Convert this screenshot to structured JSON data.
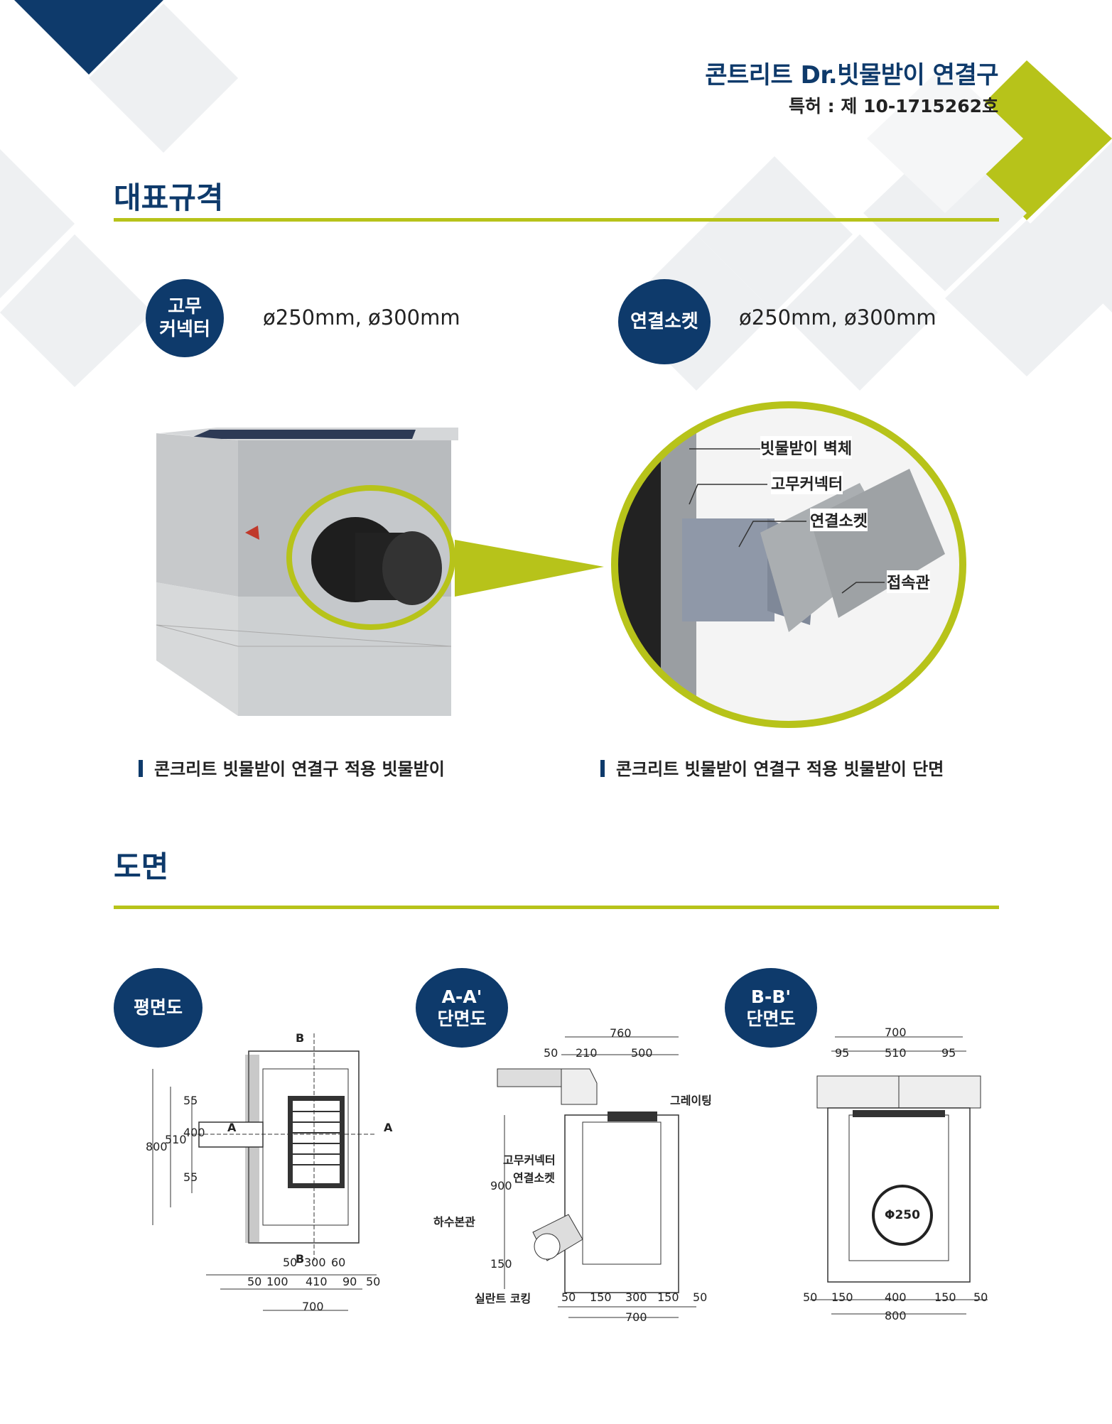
{
  "header": {
    "title": "콘트리트 Dr.빗물받이 연결구",
    "patent": "특허 : 제 10-1715262호"
  },
  "colors": {
    "navy": "#0e3a6b",
    "lime": "#b7c31a",
    "pale": "#eef0f2"
  },
  "sections": {
    "spec_title": "대표규격",
    "drawing_title": "도면"
  },
  "specs": [
    {
      "badge": "고무\n커넥터",
      "value": "ø250mm, ø300mm"
    },
    {
      "badge": "연결소켓",
      "value": "ø250mm, ø300mm"
    }
  ],
  "photos": {
    "left_caption": "콘크리트 빗물받이 연결구 적용 빗물받이",
    "right_caption": "콘크리트 빗물받이 연결구 적용 빗물받이 단면",
    "callouts": [
      "빗물받이 벽체",
      "고무커넥터",
      "연결소켓",
      "접속관"
    ]
  },
  "drawings": {
    "plan": {
      "badge": "평면도",
      "labels": {
        "b_top": "B",
        "b_bottom": "B",
        "a_left": "A",
        "a_right": "A"
      },
      "dims_left": [
        "800",
        "510",
        "400",
        "55",
        "55"
      ],
      "dims_bottom_row1": [
        "50",
        "300",
        "60"
      ],
      "dims_bottom_row2": [
        "50",
        "100",
        "410",
        "90",
        "50"
      ],
      "dims_bottom_total": "700"
    },
    "section_aa": {
      "badge": "A-A'\n단면도",
      "dims_top": [
        "760",
        "50",
        "210",
        "500"
      ],
      "labels": [
        "그레이팅",
        "고무커넥터",
        "연결소켓",
        "하수본관",
        "실란트 코킹"
      ],
      "dims_left": [
        "900",
        "150"
      ],
      "dims_bottom": [
        "50",
        "150",
        "300",
        "150",
        "50"
      ],
      "dims_bottom_total": "700"
    },
    "section_bb": {
      "badge": "B-B'\n단면도",
      "dims_top": [
        "700",
        "95",
        "510",
        "95"
      ],
      "pipe_label": "Φ250",
      "dims_bottom": [
        "50",
        "150",
        "400",
        "150",
        "50"
      ],
      "dims_bottom_total": "800"
    }
  }
}
